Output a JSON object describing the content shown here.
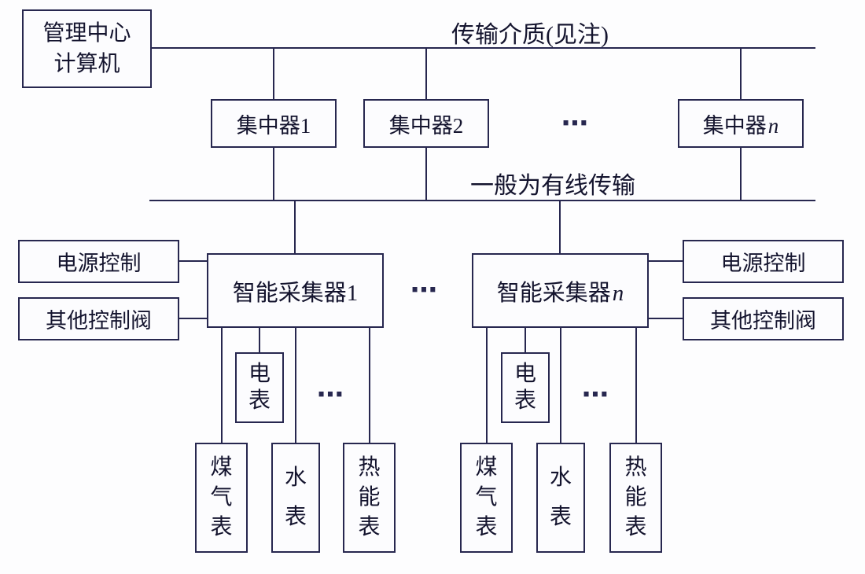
{
  "colors": {
    "ink": "#27274f",
    "background": "#fdfdfe"
  },
  "buses": {
    "top_label": "传输介质(见注)",
    "bottom_label": "一般为有线传输"
  },
  "management": {
    "line1": "管理中心",
    "line2": "计算机"
  },
  "concentrators": {
    "c1": "集中器1",
    "c2": "集中器2",
    "dots": "⋯",
    "cn_base": "集中器",
    "cn_suffix": "n"
  },
  "collectors": {
    "left_label": "智能采集器1",
    "dots": "⋯",
    "right_base": "智能采集器",
    "right_suffix": "n"
  },
  "controls": {
    "power": "电源控制",
    "valve": "其他控制阀"
  },
  "meters": {
    "electric": "电表",
    "gas": "煤气表",
    "water": "水表",
    "heat": "热能表",
    "dots": "⋯"
  }
}
